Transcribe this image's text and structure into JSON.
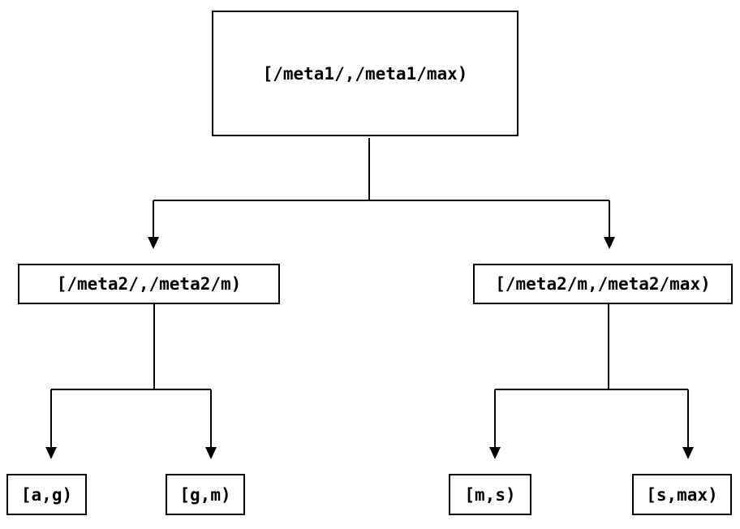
{
  "diagram": {
    "type": "tree",
    "background_color": "#ffffff",
    "line_color": "#000000",
    "text_color": "#000000",
    "nodes": {
      "root": {
        "label": "[/meta1/,/meta1/max)"
      },
      "left_child": {
        "label": "[/meta2/,/meta2/m)"
      },
      "right_child": {
        "label": "[/meta2/m,/meta2/max)"
      },
      "leaf_ag": {
        "label": "[a,g)"
      },
      "leaf_gm": {
        "label": "[g,m)"
      },
      "leaf_ms": {
        "label": "[m,s)"
      },
      "leaf_smax": {
        "label": "[s,max)"
      }
    },
    "edges": [
      {
        "from": "root",
        "to": "left_child"
      },
      {
        "from": "root",
        "to": "right_child"
      },
      {
        "from": "left_child",
        "to": "leaf_ag"
      },
      {
        "from": "left_child",
        "to": "leaf_gm"
      },
      {
        "from": "right_child",
        "to": "leaf_ms"
      },
      {
        "from": "right_child",
        "to": "leaf_smax"
      }
    ]
  }
}
